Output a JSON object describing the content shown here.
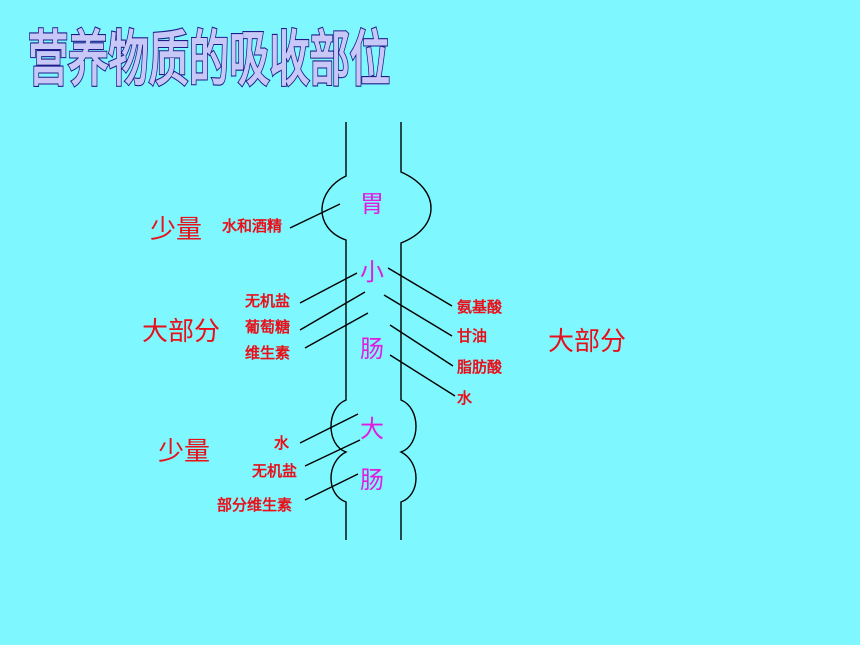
{
  "title": "营养物质的吸收部位",
  "organs": {
    "stomach": "胃",
    "small_intestine": [
      "小",
      "肠"
    ],
    "large_intestine": [
      "大",
      "肠"
    ]
  },
  "stomach_section": {
    "amount": "少量",
    "substances": [
      "水和酒精"
    ]
  },
  "small_intestine_left": {
    "amount": "大部分",
    "substances": [
      "无机盐",
      "葡萄糖",
      "维生素"
    ]
  },
  "small_intestine_right": {
    "amount": "大部分",
    "substances": [
      "氨基酸",
      "甘油",
      "脂肪酸",
      "水"
    ]
  },
  "large_intestine_section": {
    "amount": "少量",
    "substances": [
      "水",
      "无机盐",
      "部分维生素"
    ]
  },
  "colors": {
    "background": "#7ff7ff",
    "label_red": "#e8101a",
    "organ_magenta": "#e01ce0",
    "title_fill": "#c7c8f7",
    "title_outline": "#1c1c8a"
  }
}
